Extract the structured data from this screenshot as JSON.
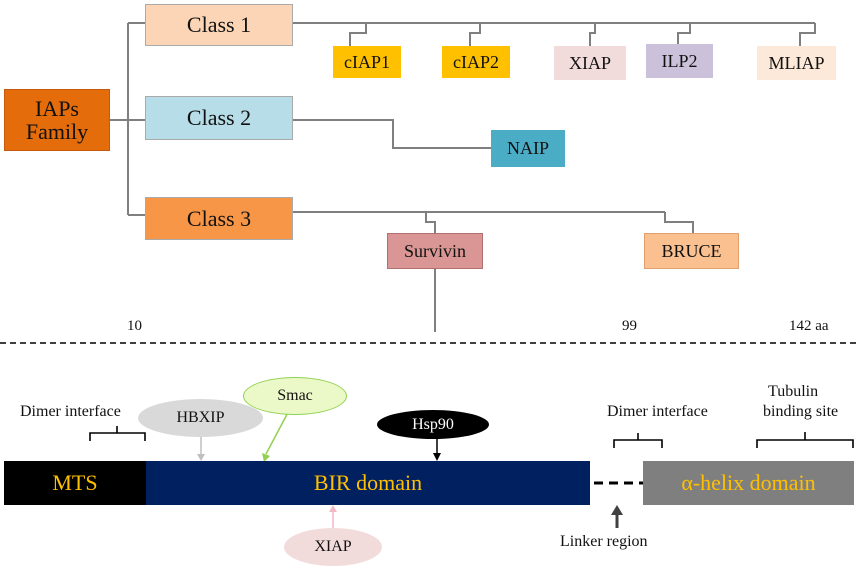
{
  "tree": {
    "root": "IAPs Family",
    "classes": [
      {
        "label": "Class 1",
        "members": [
          "cIAP1",
          "cIAP2",
          "XIAP",
          "ILP2",
          "MLIAP"
        ]
      },
      {
        "label": "Class 2",
        "members": [
          "NAIP"
        ]
      },
      {
        "label": "Class 3",
        "members": [
          "Survivin",
          "BRUCE"
        ]
      }
    ]
  },
  "survivin_structure": {
    "positions": [
      "10",
      "99",
      "142 aa"
    ],
    "domains": [
      "MTS",
      "BIR domain",
      "α-helix domain"
    ],
    "annotations": {
      "dimer_interface_left": "Dimer interface",
      "dimer_interface_right": "Dimer interface",
      "tubulin_line1": "Tubulin",
      "tubulin_line2": "binding site",
      "linker": "Linker region"
    },
    "binding_partners": [
      "HBXIP",
      "Smac",
      "Hsp90",
      "XIAP"
    ]
  },
  "colors": {
    "root": "#e46c0a",
    "class1": "#fbd5b5",
    "class2": "#b7dde8",
    "class3": "#f79646",
    "cIAP": "#ffc000",
    "XIAP": "#f2dcdb",
    "ILP2": "#ccc1da",
    "MLIAP": "#fde9d9",
    "NAIP": "#4bacc6",
    "Survivin": "#d99694",
    "BRUCE": "#fac090",
    "MTS": "#000000",
    "BIR": "#002060",
    "helix": "#7f7f7f",
    "domain_text": "#ffc000"
  }
}
